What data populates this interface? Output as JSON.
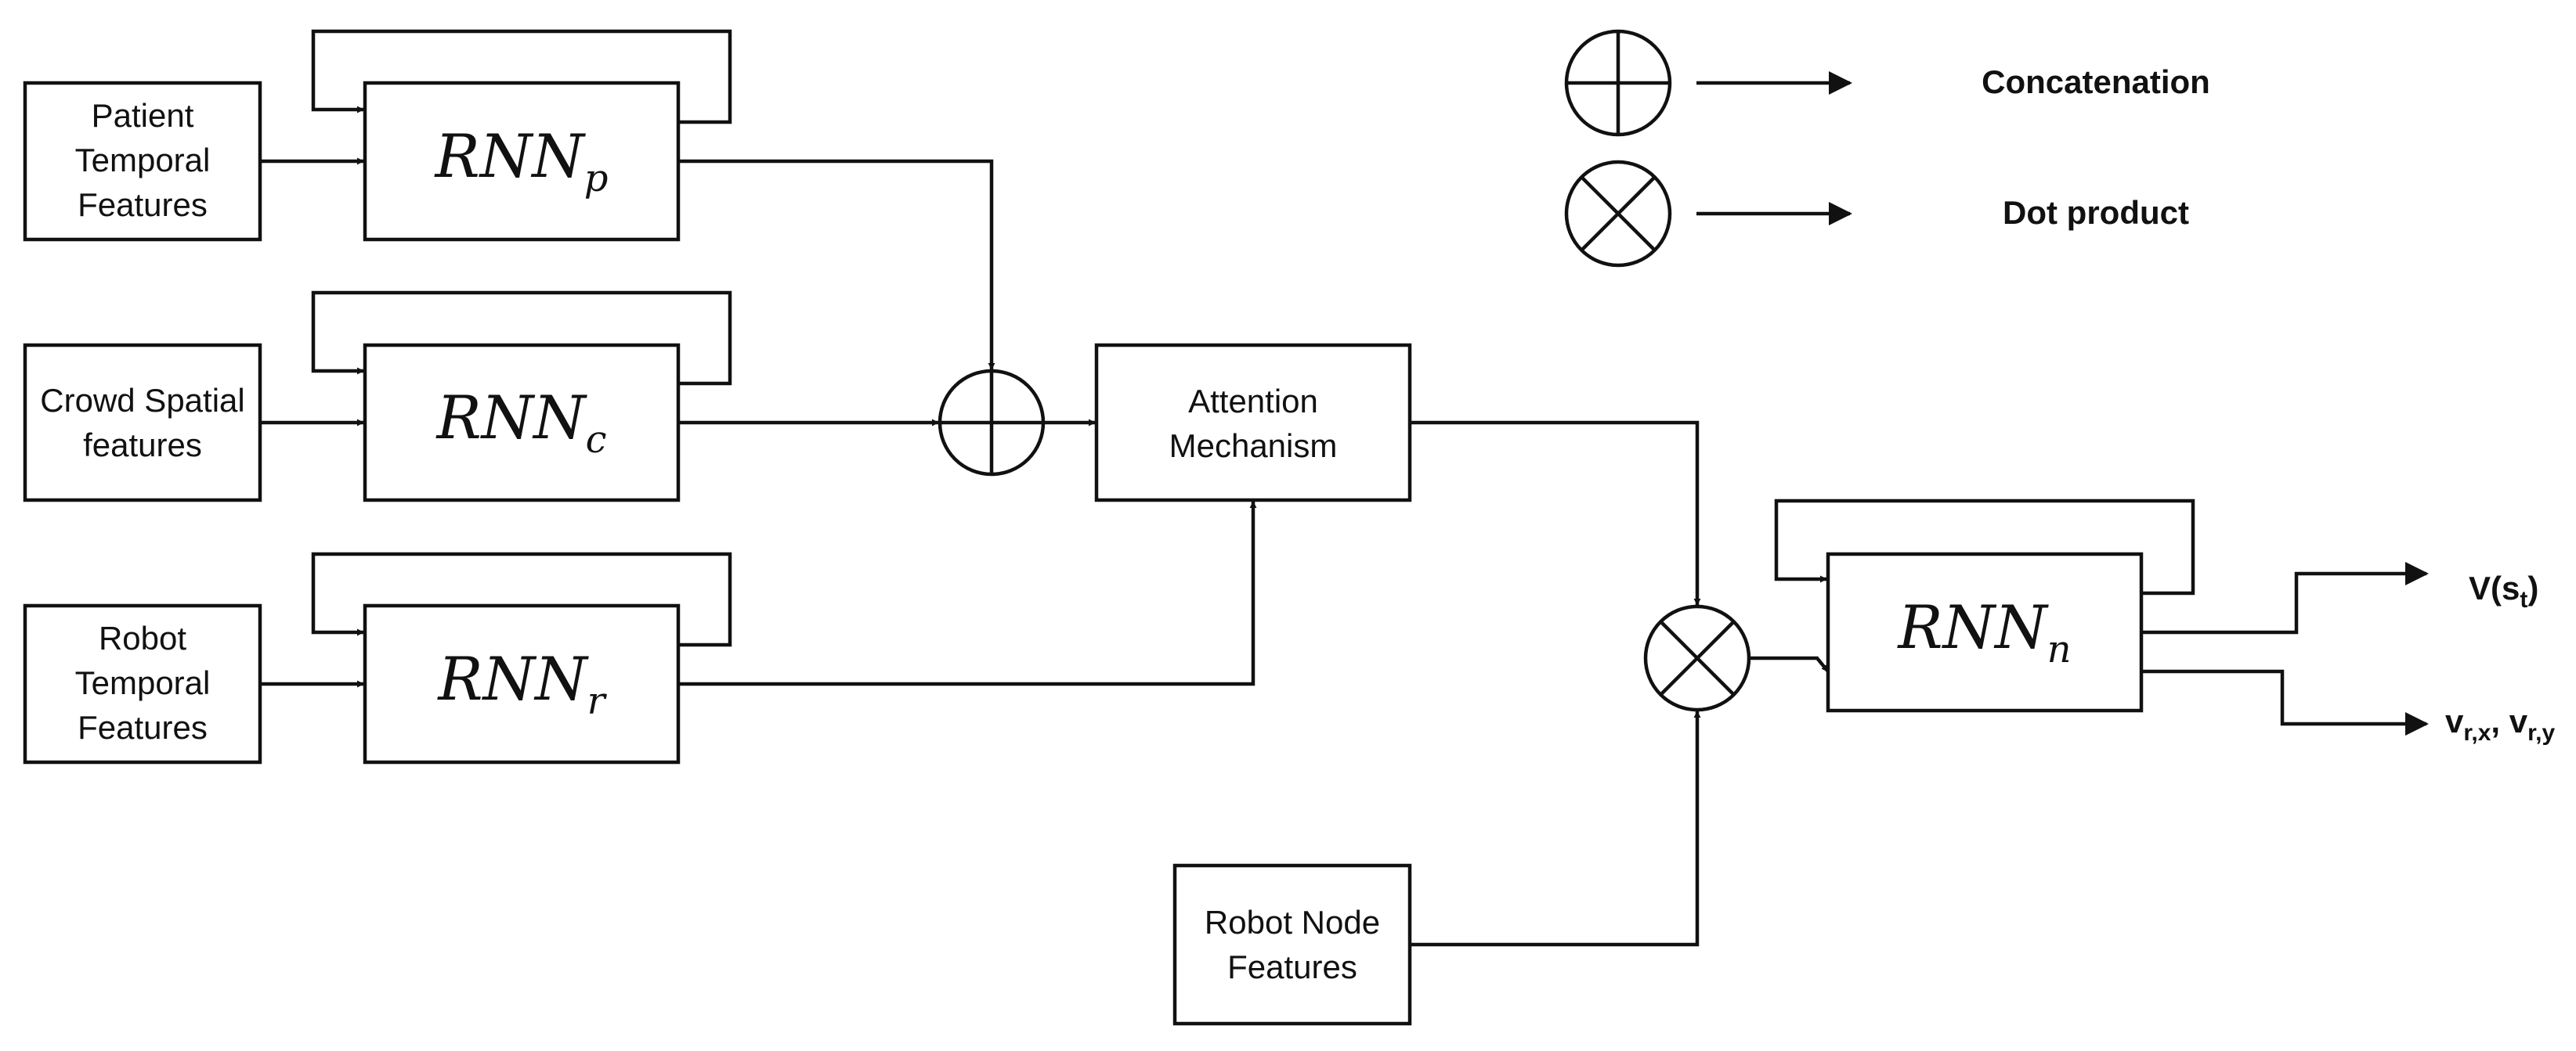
{
  "inputs": {
    "patient": [
      "Patient",
      "Temporal",
      "Features"
    ],
    "crowd": [
      "Crowd Spatial",
      "features"
    ],
    "robot": [
      "Robot",
      "Temporal",
      "Features"
    ],
    "robot_node": [
      "Robot Node",
      "Features"
    ]
  },
  "rnn": {
    "p": {
      "main": "RNN",
      "sub": "p"
    },
    "c": {
      "main": "RNN",
      "sub": "c"
    },
    "r": {
      "main": "RNN",
      "sub": "r"
    },
    "n": {
      "main": "RNN",
      "sub": "n"
    }
  },
  "attention": [
    "Attention",
    "Mechanism"
  ],
  "legend": {
    "concat": "Concatenation",
    "dot": "Dot product"
  },
  "outputs": {
    "value": {
      "main": "V(s",
      "sub": "t",
      "close": ")"
    },
    "velocity": {
      "v1": "v",
      "s1": "r,x",
      "sep": ", ",
      "v2": "v",
      "s2": "r,y"
    }
  },
  "colors": {
    "rnn_p": "#98c2cb",
    "rnn_c": "#b3dbda",
    "rnn_r": "#d2eae0",
    "rnn_n": "#d6e7bf",
    "attention": "#e5f1d8",
    "stroke": "#111111"
  }
}
